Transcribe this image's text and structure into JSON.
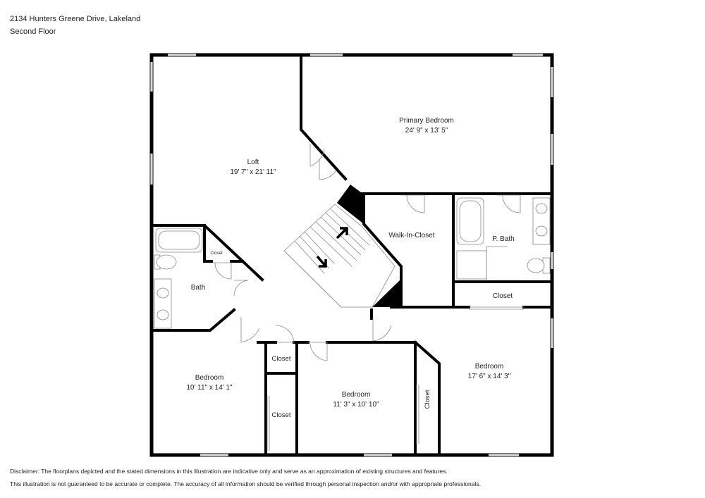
{
  "header": {
    "address": "2134 Hunters Greene Drive, Lakeland",
    "floor": "Second Floor"
  },
  "rooms": {
    "primary_bedroom": {
      "name": "Primary Bedroom",
      "dims": "24' 9\" x 13' 5\""
    },
    "loft": {
      "name": "Loft",
      "dims": "19' 7\" x 21' 11\""
    },
    "walk_in_closet": {
      "name": "Walk-In-Closet"
    },
    "p_bath": {
      "name": "P. Bath"
    },
    "closet_primary": {
      "name": "Closet"
    },
    "bath": {
      "name": "Bath"
    },
    "closet_bath": {
      "name": "Closet"
    },
    "bedroom_left": {
      "name": "Bedroom",
      "dims": "10' 11\" x 14' 1\""
    },
    "closet_hall": {
      "name": "Closet"
    },
    "closet_left": {
      "name": "Closet"
    },
    "bedroom_middle": {
      "name": "Bedroom",
      "dims": "11' 3\" x 10' 10\""
    },
    "closet_vertical": {
      "name": "Closet"
    },
    "bedroom_right": {
      "name": "Bedroom",
      "dims": "17' 6\" x 14' 3\""
    }
  },
  "disclaimer": {
    "line1": "Disclaimer: The floorplans depicted and the stated dimensions in this illustration are indicative only and serve as an approximation of existing structures and features.",
    "line2": "This illustration is not guaranteed to be accurate or complete. The accuracy of all information should be verified through personal inspection and/or with appropriate professionals."
  },
  "colors": {
    "wall": "#000000",
    "fixture": "#888888",
    "background": "#ffffff"
  }
}
